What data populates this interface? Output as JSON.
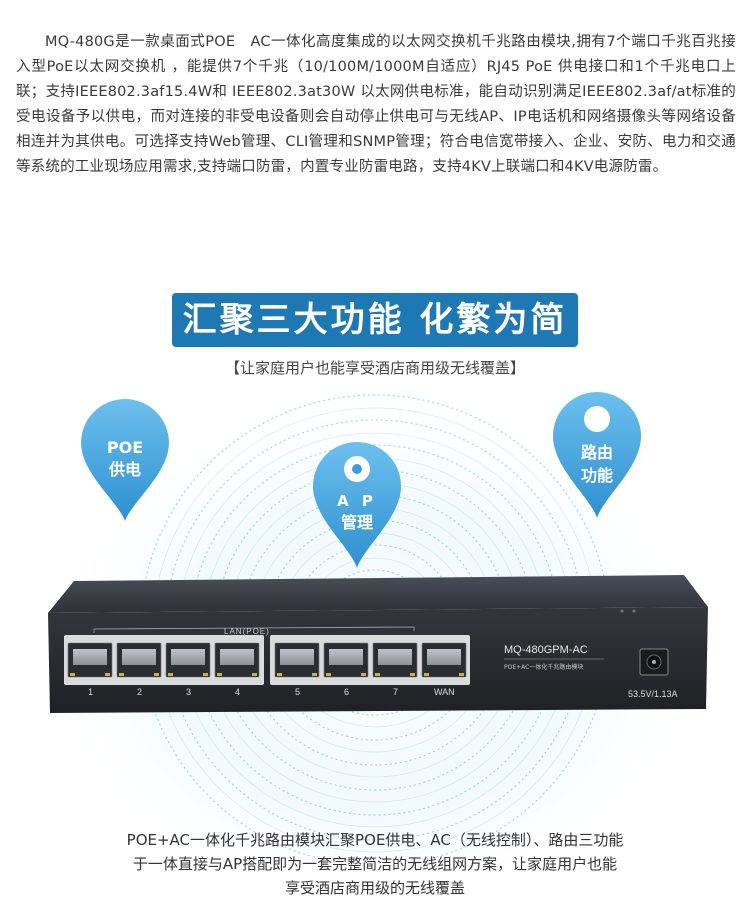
{
  "intro": {
    "text": "MQ-480G是一款桌面式POE　AC一体化高度集成的以太网交换机千兆路由模块,拥有7个端口千兆百兆接入型PoE以太网交换机 ，能提供7个千兆（10/100M/1000M自适应）RJ45 PoE 供电接口和1个千兆电口上联；支持IEEE802.3af15.4W和 IEEE802.3at30W 以太网供电标准，能自动识别满足IEEE802.3af/at标准的受电设备予以供电，而对连接的非受电设备则会自动停止供电可与无线AP、IP电话机和网络摄像头等网络设备相连并为其供电。可选择支持Web管理、CLI管理和SNMP管理；符合电信宽带接入、企业、安防、电力和交通等系统的工业现场应用需求,支持端口防雷，内置专业防雷电路，支持4KV上联端口和4KV电源防雷。"
  },
  "feature": {
    "title": "汇聚三大功能 化繁为简",
    "subtitle": "【让家庭用户也能享受酒店商用级无线覆盖】",
    "pins": [
      {
        "line1": "POE",
        "line2": "供电"
      },
      {
        "line1": "A P",
        "line2": "管理"
      },
      {
        "line1": "路由",
        "line2": "功能"
      }
    ]
  },
  "device": {
    "lan_label": "LAN(POE)",
    "ports": [
      "1",
      "2",
      "3",
      "4",
      "5",
      "6",
      "7",
      "WAN"
    ],
    "model": "MQ-480GPM-AC",
    "model_sub": "POE+AC一体化千兆路由模块",
    "power": "53.5V/1.13A"
  },
  "bottom": {
    "line1": "POE+AC一体化千兆路由模块汇聚POE供电、AC（无线控制）、路由三功能",
    "line2": "于一体直接与AP搭配即为一套完整简洁的无线组网方案，让家庭用户也能",
    "line3": "享受酒店商用级的无线覆盖"
  },
  "colors": {
    "title_bg": "#1e78b4",
    "pin": "#4aa8e0",
    "ring": "#7cc8f0",
    "device_body": "#2a2d33"
  }
}
